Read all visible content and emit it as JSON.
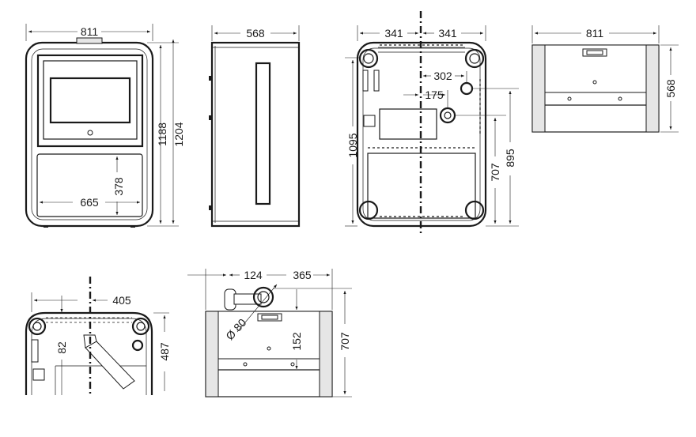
{
  "figure": {
    "views": {
      "front": {
        "width_label": "811",
        "height_inner_label": "1188",
        "height_outer_label": "1204",
        "drawer_width_label": "665",
        "drawer_height_label": "378"
      },
      "side": {
        "depth_label": "568"
      },
      "rear": {
        "half_left_label": "341",
        "half_right_label": "341",
        "offset_302_label": "302",
        "offset_175_label": "175",
        "height_1095_label": "1095",
        "height_707_label": "707",
        "height_895_label": "895"
      },
      "top": {
        "width_label": "811",
        "depth_label": "568"
      },
      "rear_detail": {
        "offset_label": "405",
        "height_82_label": "82",
        "height_487_label": "487"
      },
      "flue_top": {
        "offset_124_label": "124",
        "offset_365_label": "365",
        "diameter_label": "Ø 80",
        "height_152_label": "152",
        "height_707_label": "707"
      }
    }
  }
}
